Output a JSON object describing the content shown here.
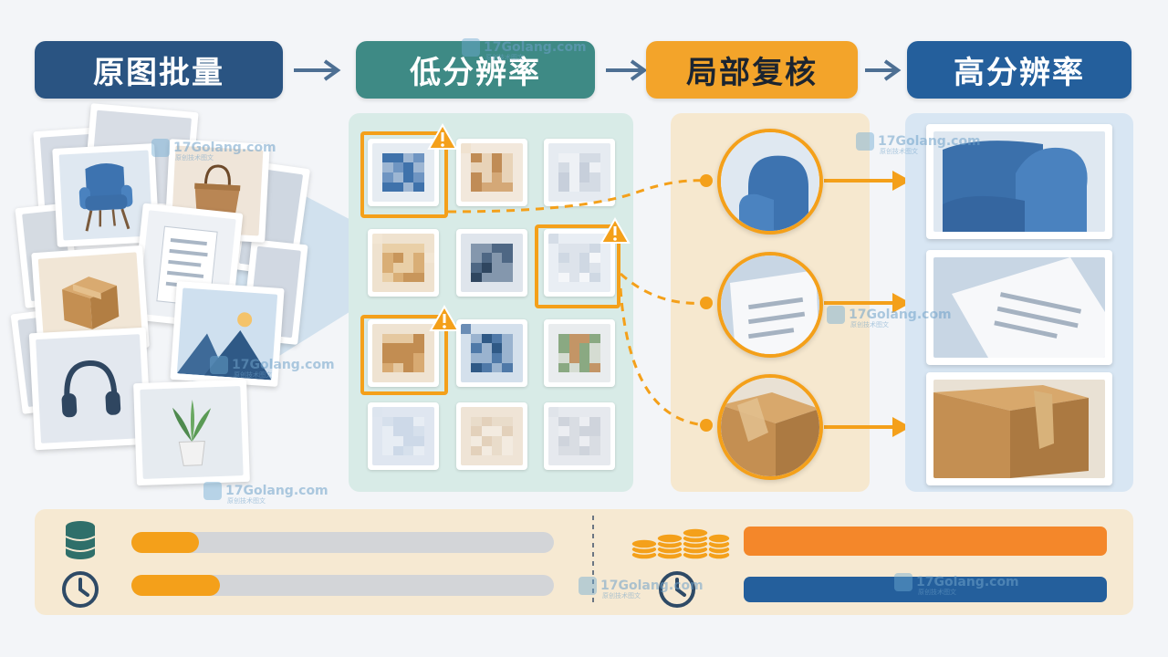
{
  "stages": [
    {
      "label": "原图批量",
      "color": "#2a5482"
    },
    {
      "label": "低分辨率",
      "color": "#3e8a85"
    },
    {
      "label": "局部复核",
      "color": "#f3a42a"
    },
    {
      "label": "高分辨率",
      "color": "#245f9c"
    }
  ],
  "watermark": {
    "text": "17Golang.com",
    "sub": "原创技术图文"
  },
  "colors": {
    "orange": "#f4a01a",
    "orange_bar": "#f4872a",
    "blue_bar": "#245f9c",
    "icon_dark": "#2e4a66",
    "coin": "#f4a01a",
    "db_teal": "#2f6f6a"
  },
  "metrics": {
    "left_storage_fill": 0.16,
    "left_time_fill": 0.21,
    "right_cost_fill": 1.0,
    "right_time_fill": 1.0
  },
  "icons": {
    "storage": "database-icon",
    "time": "clock-icon",
    "coins": "coins-icon",
    "warning": "warning-icon"
  }
}
